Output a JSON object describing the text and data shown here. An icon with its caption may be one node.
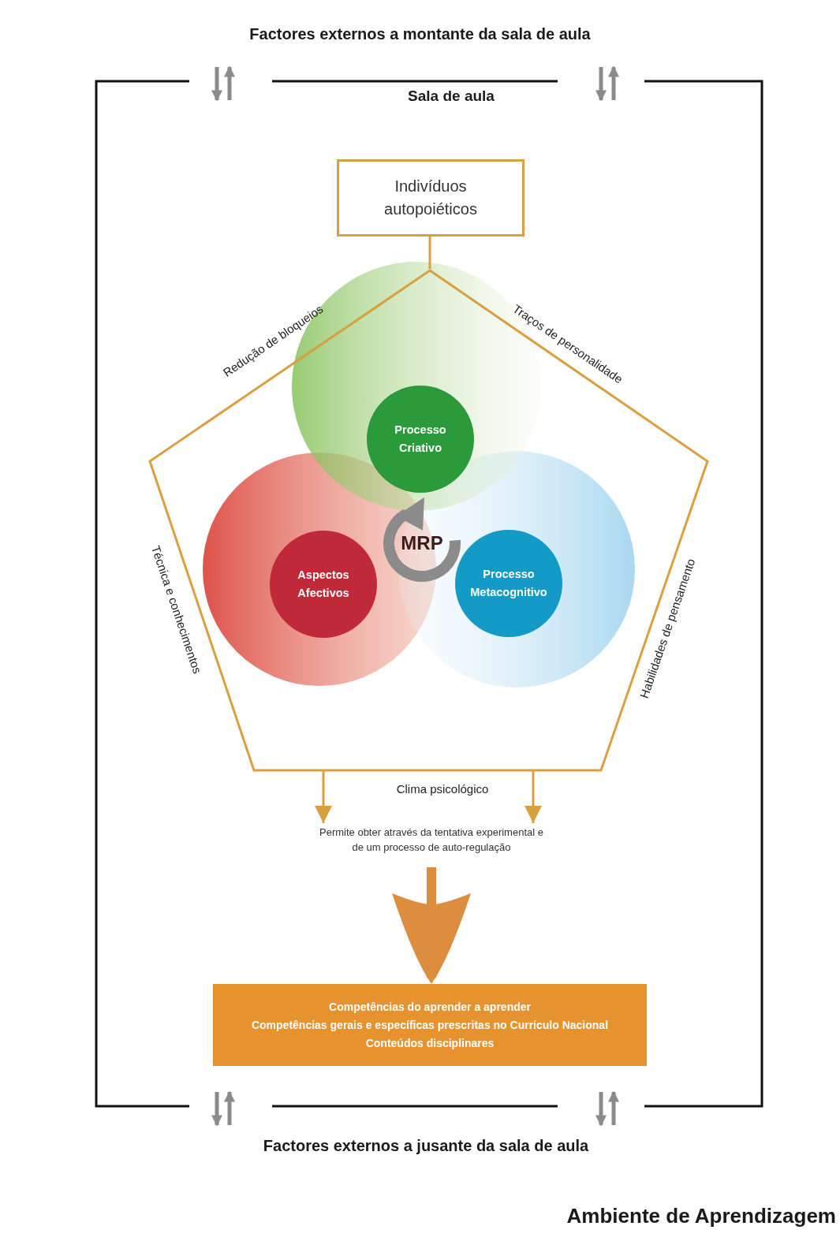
{
  "diagram": {
    "nodes": [
      {
        "text": [
          "Sala de aula"
        ]
      },
      {
        "text": [
          "Indivíduos autopoiéticos"
        ],
        "in": 0
      },
      {
        "text": [
          "Redução de bloqueios",
          "Traços de personalidade",
          "Técnica e conhecimentos",
          "Habilidades de pensamento",
          "Clima psicológico"
        ],
        "in": 0
      },
      {
        "text": [
          "Processo Criativo"
        ],
        "in": 2
      },
      {
        "text": [
          "Aspectos Afectivos"
        ],
        "in": 2
      },
      {
        "text": [
          "Processo Metacognitivo"
        ],
        "in": 2
      },
      {
        "text": [
          "MRP"
        ],
        "in": 2
      },
      {
        "text": [
          "Permite obter através da tentativa experimental e de um processo de auto-regulação"
        ],
        "in": 0
      },
      {
        "text": [
          "Competências do aprender a aprender",
          "Competências gerais e específicas prescritas no Currículo Nacional",
          "Conteúdos disciplinares"
        ],
        "in": 0
      }
    ],
    "edges": [
      {
        "from": 1,
        "to": 2,
        "arrow": "none"
      },
      {
        "from": 2,
        "to": 7,
        "arrow": "to"
      },
      {
        "from": 2,
        "to": 7,
        "arrow": "to"
      },
      {
        "from": 7,
        "to": 8,
        "arrow": "to",
        "style": "thick"
      }
    ],
    "labels": [
      "Factores externos a montante da sala de aula",
      "Factores externos a jusante da sala de aula",
      "Ambiente de Aprendizagem"
    ]
  }
}
